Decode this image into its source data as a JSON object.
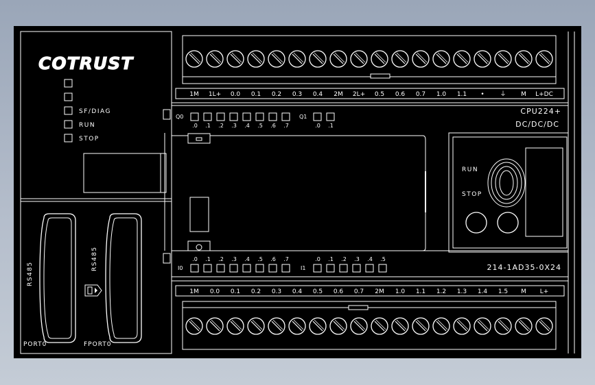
{
  "brand": "COTRUST",
  "led_labels": [
    "",
    "",
    "SF/DIAG",
    "RUN",
    "STOP"
  ],
  "port_labels": {
    "rs485_left": "RS485",
    "rs485_right": "RS485",
    "port0": "PORT0",
    "fport0": "FPORT0"
  },
  "top_terminal_labels": [
    "1M",
    "1L+",
    "0.0",
    "0.1",
    "0.2",
    "0.3",
    "0.4",
    "2M",
    "2L+",
    "0.5",
    "0.6",
    "0.7",
    "1.0",
    "1.1",
    "•",
    "⏚",
    "M",
    "L+DC"
  ],
  "bottom_terminal_labels": [
    "1M",
    "0.0",
    "0.1",
    "0.2",
    "0.3",
    "0.4",
    "0.5",
    "0.6",
    "0.7",
    "2M",
    "1.0",
    "1.1",
    "1.2",
    "1.3",
    "1.4",
    "1.5",
    "M",
    "L+"
  ],
  "output_group": {
    "q0_label": "Q0",
    "q0_bits": [
      ".0",
      ".1",
      ".2",
      ".3",
      ".4",
      ".5",
      ".6",
      ".7"
    ],
    "q1_label": "Q1",
    "q1_bits": [
      ".0",
      ".1"
    ]
  },
  "input_group": {
    "i0_label": "I0",
    "i0_bits": [
      ".0",
      ".1",
      ".2",
      ".3",
      ".4",
      ".5",
      ".6",
      ".7"
    ],
    "i1_label": "I1",
    "i1_bits": [
      ".0",
      ".1",
      ".2",
      ".3",
      ".4",
      ".5"
    ]
  },
  "model": {
    "cpu": "CPU224+",
    "supply": "DC/DC/DC",
    "part_number": "214-1AD35-0X24"
  },
  "mode_switch": {
    "run": "RUN",
    "stop": "STOP"
  },
  "colors": {
    "frame": "#000000",
    "line": "#ffffff",
    "background_top": "#9aa6b8",
    "background_bottom": "#c4ccd6"
  }
}
